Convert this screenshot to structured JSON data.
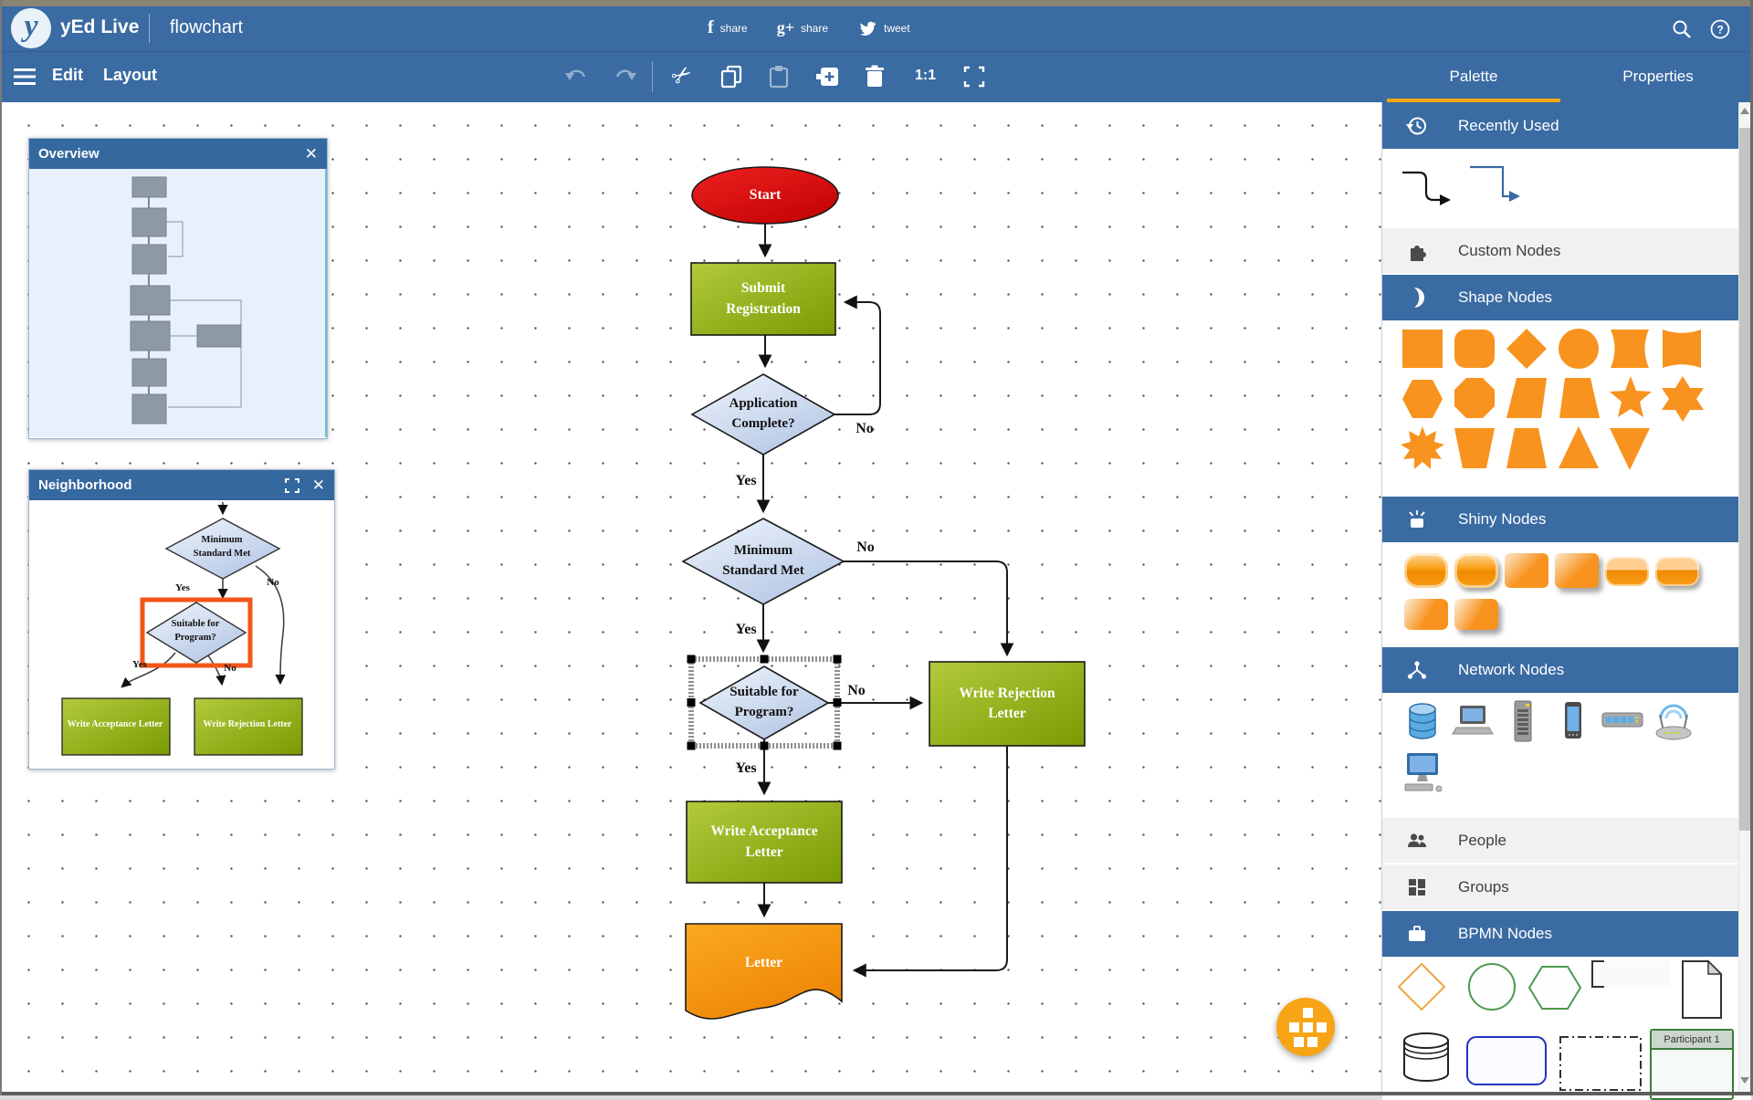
{
  "app": {
    "name": "yEd Live",
    "document_title": "flowchart"
  },
  "topbar": {
    "facebook_share": "share",
    "gplus_share": "share",
    "twitter_tweet": "tweet"
  },
  "menubar": {
    "edit": "Edit",
    "layout": "Layout",
    "zoom_level": "1:1"
  },
  "tabs": {
    "palette": "Palette",
    "properties": "Properties"
  },
  "panels": {
    "overview": {
      "title": "Overview"
    },
    "neighborhood": {
      "title": "Neighborhood",
      "nodes": {
        "min_standard": "Minimum Standard Met",
        "suitable": "Suitable for Program?",
        "write_acceptance": "Write Acceptance Letter",
        "write_rejection": "Write Rejection Letter"
      },
      "labels": {
        "yes": "Yes",
        "no": "No"
      }
    }
  },
  "flowchart": {
    "nodes": {
      "start": "Start",
      "submit": "Submit Registration",
      "app_complete": "Application Complete?",
      "min_standard": "Minimum Standard Met",
      "suitable": "Suitable for Program?",
      "write_rejection": "Write Rejection Letter",
      "write_acceptance": "Write Acceptance Letter",
      "letter": "Letter"
    },
    "labels": {
      "yes": "Yes",
      "no": "No"
    }
  },
  "palette": {
    "sections": {
      "recently_used": "Recently Used",
      "custom_nodes": "Custom Nodes",
      "shape_nodes": "Shape Nodes",
      "shiny_nodes": "Shiny Nodes",
      "network_nodes": "Network Nodes",
      "people": "People",
      "groups": "Groups",
      "bpmn_nodes": "BPMN Nodes"
    },
    "bpmn": {
      "participant": "Participant 1"
    }
  },
  "colors": {
    "bar_blue": "#3a6ba2",
    "accent_orange": "#f2a70d",
    "shape_orange": "#f7931e",
    "node_green": "#8aa70e",
    "node_red": "#d60b0b",
    "node_blue": "#c9d7ee",
    "node_letter_orange": "#f79a1b",
    "selection_orange": "#f4551a"
  }
}
